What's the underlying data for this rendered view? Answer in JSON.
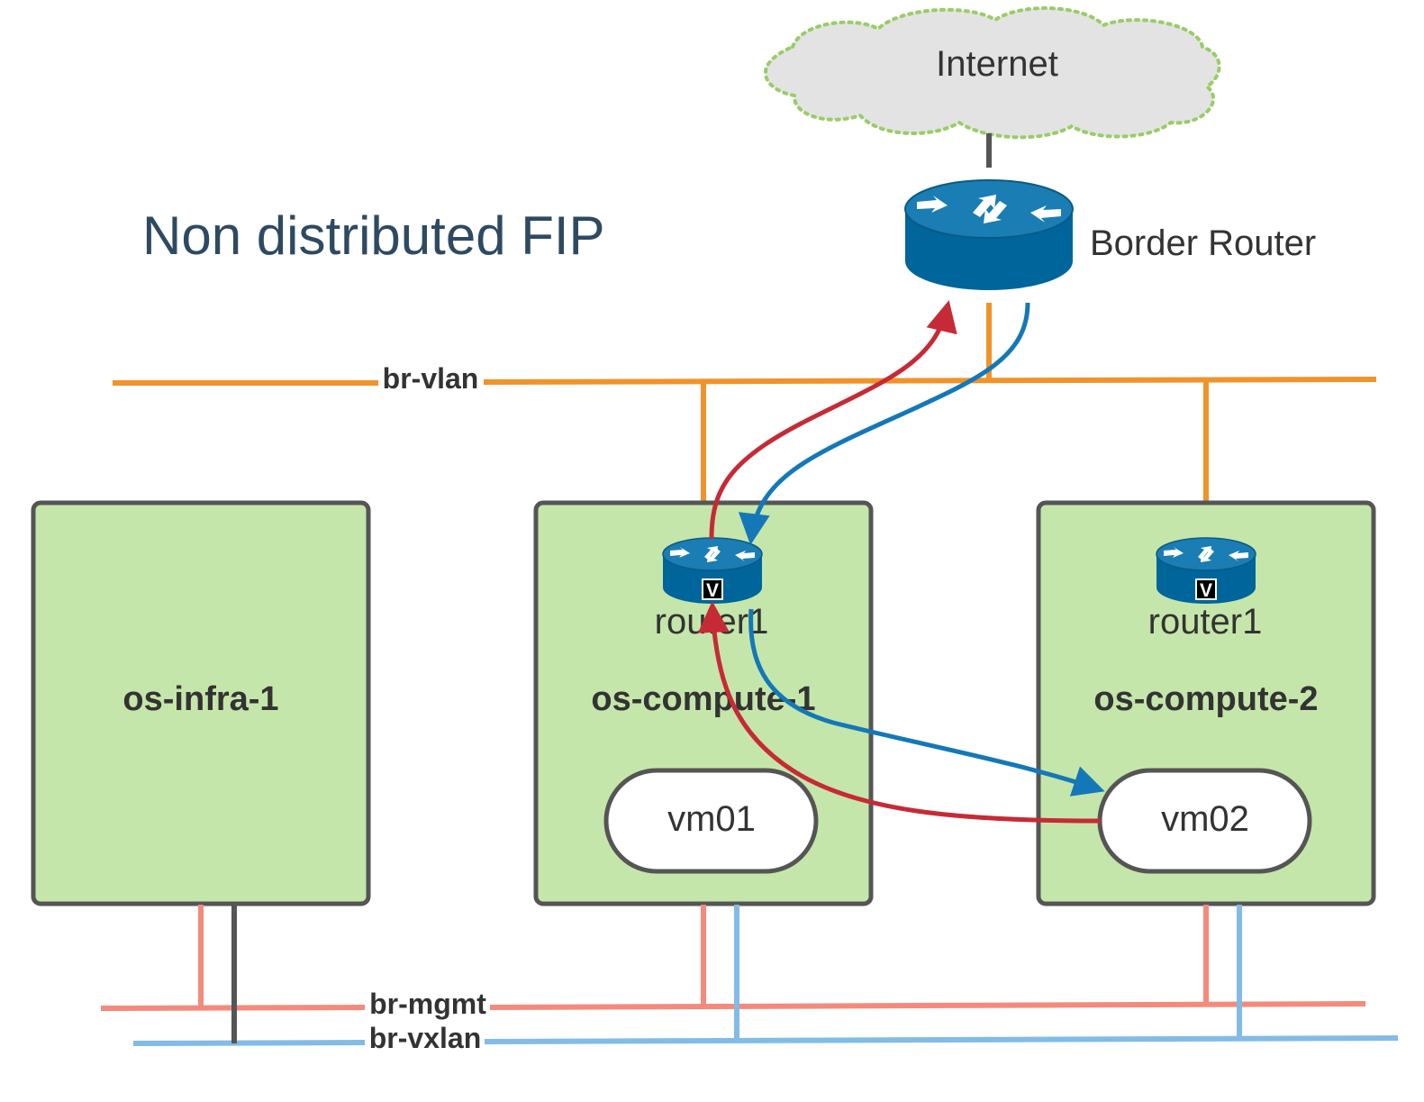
{
  "title": "Non distributed FIP",
  "internet": {
    "label": "Internet"
  },
  "border_router": {
    "label": "Border Router"
  },
  "bridges": {
    "vlan": "br-vlan",
    "mgmt": "br-mgmt",
    "vxlan": "br-vxlan"
  },
  "hosts": [
    {
      "name": "os-infra-1"
    },
    {
      "name": "os-compute-1",
      "router": "router1",
      "router_badge": "V",
      "vm": "vm01"
    },
    {
      "name": "os-compute-2",
      "router": "router1",
      "router_badge": "V",
      "vm": "vm02"
    }
  ],
  "colors": {
    "host_fill": "#c5e6aa",
    "host_stroke": "#555555",
    "br_vlan": "#f0932b",
    "br_mgmt": "#f48a7c",
    "br_vxlan": "#82bbe6",
    "egress_flow": "#c62a37",
    "ingress_flow": "#1478b8",
    "router_body": "#00659b",
    "cloud_fill": "#e3e3e3",
    "cloud_stroke": "#99cc66"
  }
}
